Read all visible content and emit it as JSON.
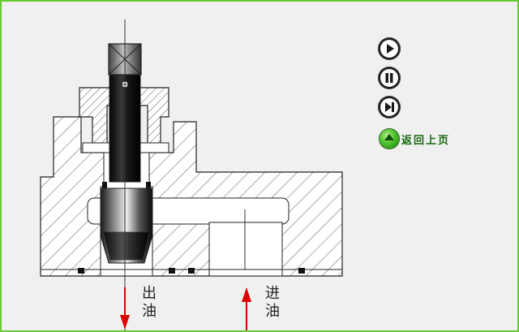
{
  "labels": {
    "outlet": [
      "出",
      "油"
    ],
    "inlet": [
      "进",
      "油"
    ]
  },
  "controls": {
    "play": "play-icon",
    "pause": "pause-icon",
    "step": "step-forward-icon",
    "back_label": "返回上页"
  },
  "colors": {
    "frame": "#66cc33",
    "arrow": "#dd0000",
    "outline": "#222222",
    "seal": "#111111"
  }
}
